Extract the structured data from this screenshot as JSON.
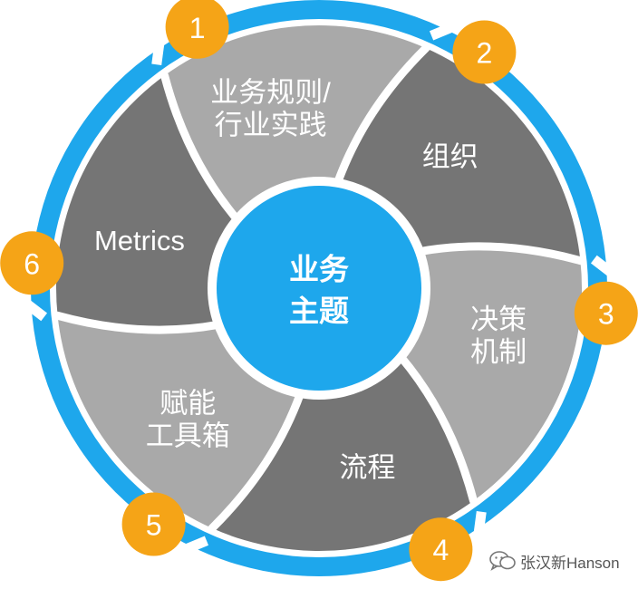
{
  "center": {
    "line1": "业务",
    "line2": "主题"
  },
  "segments": [
    {
      "number": "1",
      "lines": [
        "组织"
      ],
      "color": "#757575"
    },
    {
      "number": "2",
      "lines": [
        "决策",
        "机制"
      ],
      "color": "#a9a9a9"
    },
    {
      "number": "3",
      "lines": [
        "流程"
      ],
      "color": "#757575"
    },
    {
      "number": "4",
      "lines": [
        "赋能",
        "工具箱"
      ],
      "color": "#a9a9a9"
    },
    {
      "number": "5",
      "lines": [
        "Metrics"
      ],
      "color": "#757575"
    },
    {
      "number": "6",
      "lines": [
        "业务规则/",
        "行业实践"
      ],
      "color": "#a9a9a9"
    }
  ],
  "colors": {
    "ring": "#1ea7ec",
    "center": "#1ea7ec",
    "badge": "#f5a417",
    "separator": "#ffffff"
  },
  "watermark": {
    "icon": "wechat-icon",
    "text": "张汉新Hanson"
  }
}
